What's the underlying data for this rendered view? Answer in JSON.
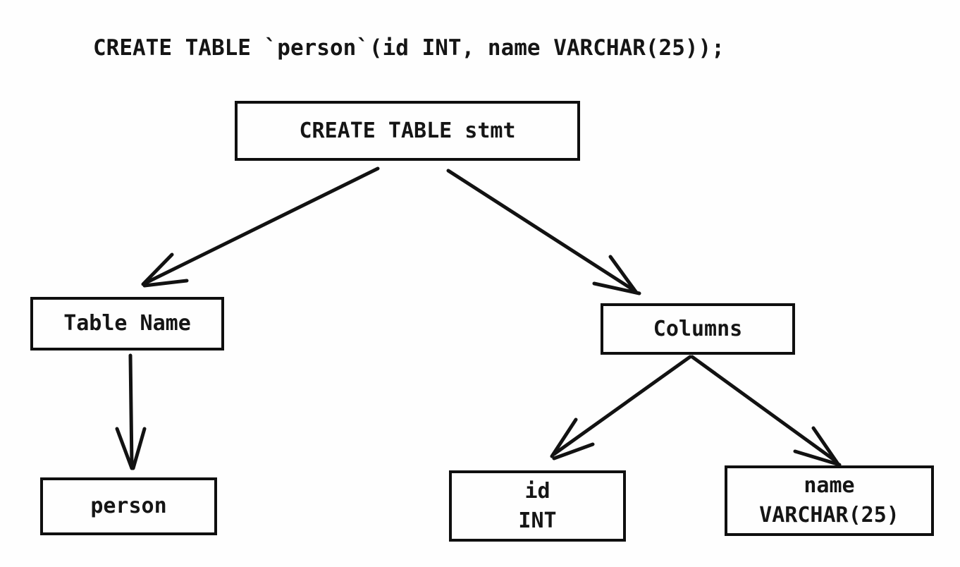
{
  "statement": "CREATE TABLE `person`(id INT, name VARCHAR(25));",
  "diagram": {
    "nodes": {
      "stmt": {
        "label": "CREATE TABLE stmt"
      },
      "table_name": {
        "label": "Table Name"
      },
      "columns": {
        "label": "Columns"
      },
      "person": {
        "label": "person"
      },
      "id_col": {
        "lines": [
          "id",
          "INT"
        ]
      },
      "name_col": {
        "lines": [
          "name",
          "VARCHAR(25)"
        ]
      }
    },
    "edges": [
      {
        "from": "CREATE TABLE stmt",
        "to": "Table Name"
      },
      {
        "from": "CREATE TABLE stmt",
        "to": "Columns"
      },
      {
        "from": "Table Name",
        "to": "person"
      },
      {
        "from": "Columns",
        "to": "id INT"
      },
      {
        "from": "Columns",
        "to": "name VARCHAR(25)"
      }
    ]
  },
  "colors": {
    "background": "#ffffff",
    "stroke": "#121212",
    "text": "#151515"
  }
}
